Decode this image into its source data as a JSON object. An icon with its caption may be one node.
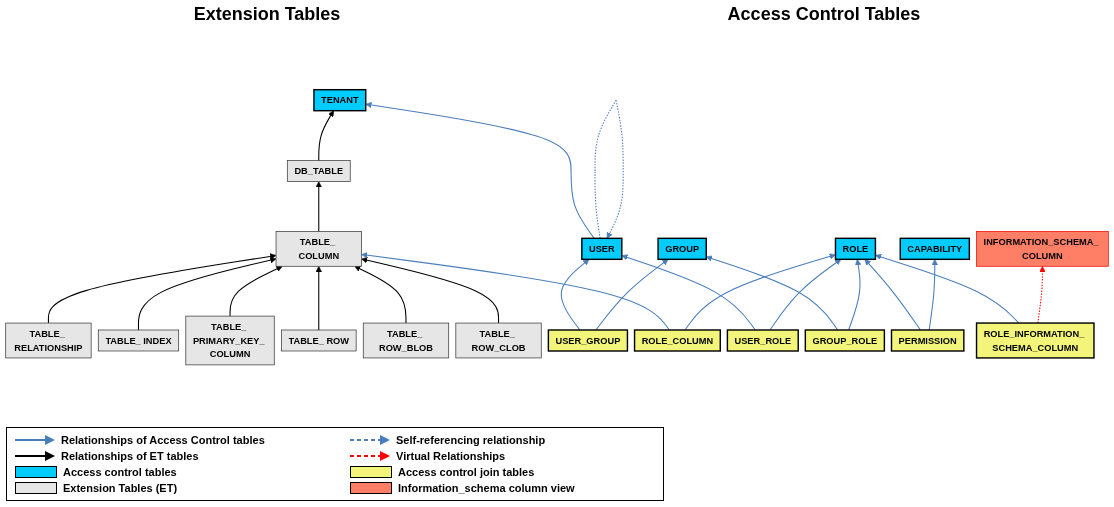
{
  "diagram": {
    "nodes": [
      {
        "text": [
          "DB_TABLE"
        ]
      },
      {
        "text": [
          "TENANT"
        ]
      },
      {
        "text": [
          "USER_GROUP"
        ]
      },
      {
        "text": [
          "GROUP"
        ]
      },
      {
        "text": [
          "TABLE_ RELATIONSHIP"
        ]
      },
      {
        "text": [
          "GROUP_ROLE"
        ]
      },
      {
        "text": [
          "TABLE_ INDEX"
        ]
      },
      {
        "text": [
          "TABLE_ COLUMN"
        ]
      },
      {
        "text": [
          "ROLE_COLUMN"
        ]
      },
      {
        "text": [
          "ROLE"
        ]
      },
      {
        "text": [
          "ROLE_INFORMATION_ SCHEMA_COLUMN"
        ]
      },
      {
        "text": [
          "TABLE_ PRIMARY_KEY_ COLUMN"
        ]
      },
      {
        "text": [
          "USER"
        ]
      },
      {
        "text": [
          "USER_ROLE"
        ]
      },
      {
        "text": [
          "TABLE_ ROW"
        ]
      },
      {
        "text": [
          "TABLE_ ROW_BLOB"
        ]
      },
      {
        "text": [
          "TABLE_ ROW_CLOB"
        ]
      },
      {
        "text": [
          "PERMISSION"
        ]
      },
      {
        "text": [
          "INFORMATION_SCHEMA_ COLUMN"
        ]
      },
      {
        "text": [
          "CAPABILITY"
        ]
      }
    ],
    "edges": [
      {
        "from": 0,
        "to": 1,
        "arrow": "to",
        "color": "#000000"
      },
      {
        "from": 7,
        "to": 0,
        "arrow": "to",
        "color": "#000000"
      },
      {
        "from": 4,
        "to": 7,
        "arrow": "to",
        "color": "#000000"
      },
      {
        "from": 6,
        "to": 7,
        "arrow": "to",
        "color": "#000000"
      },
      {
        "from": 11,
        "to": 7,
        "arrow": "to",
        "color": "#000000"
      },
      {
        "from": 14,
        "to": 7,
        "arrow": "to",
        "color": "#000000"
      },
      {
        "from": 15,
        "to": 7,
        "arrow": "to",
        "color": "#000000"
      },
      {
        "from": 16,
        "to": 7,
        "arrow": "to",
        "color": "#000000"
      },
      {
        "from": 12,
        "to": 1,
        "arrow": "to"
      },
      {
        "from": 12,
        "to": 12,
        "arrow": "to",
        "style": "dashed"
      },
      {
        "from": 2,
        "to": 12,
        "arrow": "to"
      },
      {
        "from": 2,
        "to": 3,
        "arrow": "to"
      },
      {
        "from": 5,
        "to": 3,
        "arrow": "to"
      },
      {
        "from": 5,
        "to": 9,
        "arrow": "to"
      },
      {
        "from": 8,
        "to": 7,
        "arrow": "to"
      },
      {
        "from": 8,
        "to": 9,
        "arrow": "to"
      },
      {
        "from": 13,
        "to": 12,
        "arrow": "to"
      },
      {
        "from": 13,
        "to": 9,
        "arrow": "to"
      },
      {
        "from": 10,
        "to": 9,
        "arrow": "to"
      },
      {
        "from": 17,
        "to": 9,
        "arrow": "to"
      },
      {
        "from": 17,
        "to": 19,
        "arrow": "to"
      },
      {
        "from": 10,
        "to": 18,
        "arrow": "to",
        "style": "dashed",
        "color": "#ff0000"
      }
    ],
    "labels": [
      "Extension Tables",
      "Access Control Tables"
    ],
    "legend": [
      {
        "text": "Relationships of Access Control tables"
      },
      {
        "text": "Self-referencing relationship"
      },
      {
        "text": "Relationships of ET tables"
      },
      {
        "text": "Virtual Relationships"
      },
      {
        "text": "Access control tables",
        "color": "#00ccff"
      },
      {
        "text": "Access control join tables",
        "color": "#f2f57a"
      },
      {
        "text": "Extension Tables (ET)",
        "color": "#e6e6e6"
      },
      {
        "text": "Information_schema column view",
        "color": "#ff7f66"
      }
    ]
  }
}
